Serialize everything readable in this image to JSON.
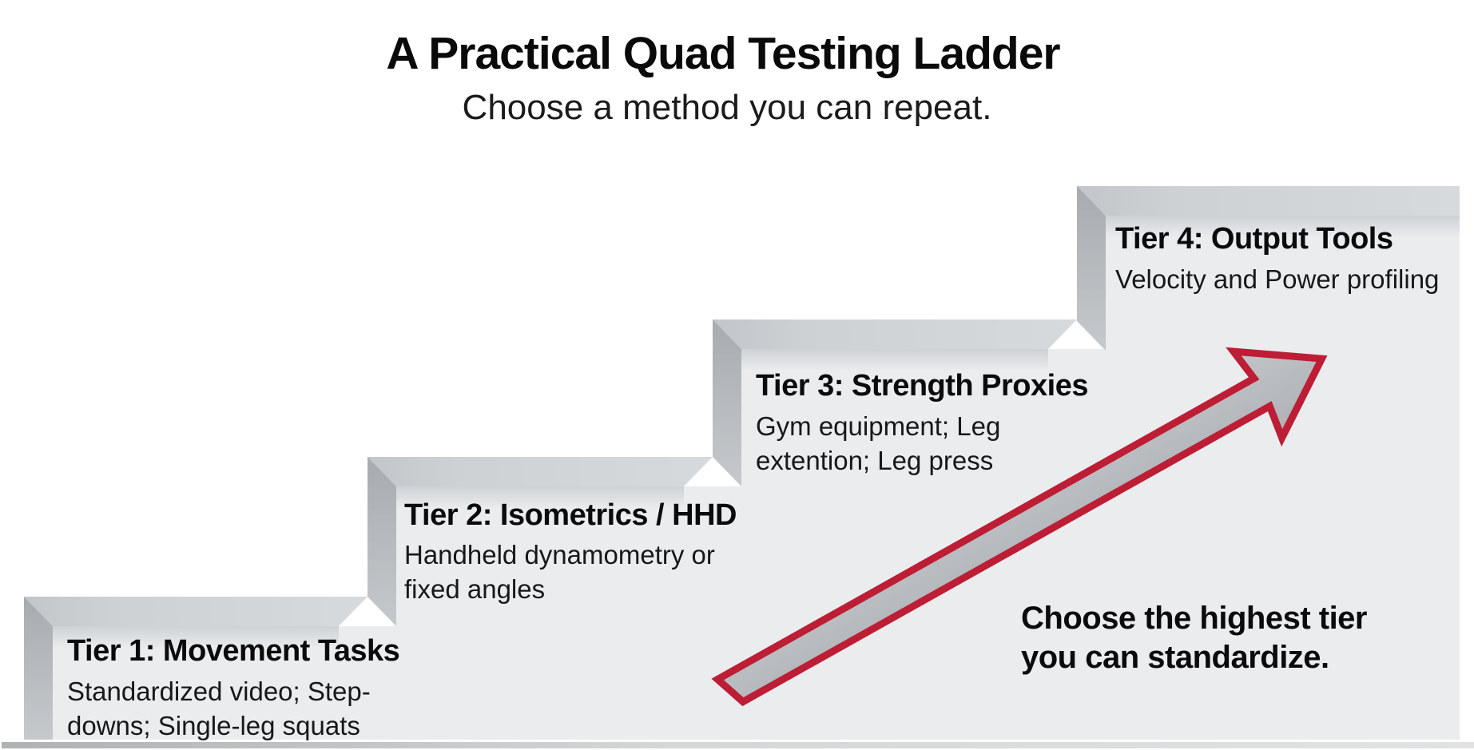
{
  "header": {
    "title": "A Practical Quad Testing Ladder",
    "subtitle": "Choose a method you can repeat."
  },
  "tiers": [
    {
      "title": "Tier 1: Movement Tasks",
      "lines": [
        "Standardized video; Step-",
        "downs; Single-leg squats"
      ]
    },
    {
      "title": "Tier 2: Isometrics / HHD",
      "lines": [
        "Handheld dynamometry or",
        "fixed angles"
      ]
    },
    {
      "title": "Tier 3: Strength Proxies",
      "lines": [
        "Gym equipment; Leg",
        "extention; Leg press"
      ]
    },
    {
      "title": "Tier 4: Output Tools",
      "lines": [
        "Velocity and Power profiling"
      ]
    }
  ],
  "callout": {
    "lines": [
      "Choose the highest tier",
      "you can standardize."
    ]
  },
  "colors": {
    "background": "#ffffff",
    "step_face": "#eaecee",
    "step_top_light": "#d6d9db",
    "step_top_dark": "#c3c7ca",
    "step_side_dark": "#a9adb1",
    "step_side_light": "#c7cacd",
    "arrow_outline": "#bd1d35",
    "arrow_fill": "#b5b8bb",
    "text": "#0b0b0c"
  }
}
